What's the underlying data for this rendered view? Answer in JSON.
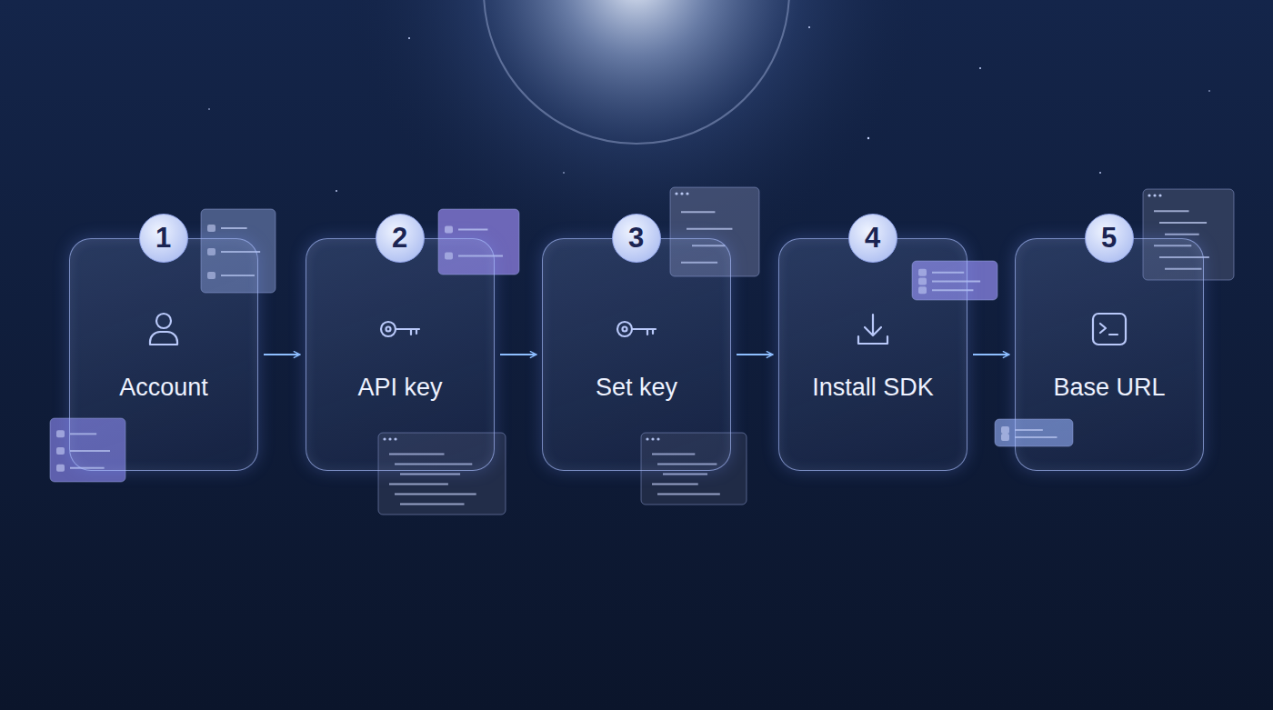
{
  "diagram": {
    "nodes": [
      {
        "text": [
          "1",
          "Account"
        ]
      },
      {
        "text": [
          "2",
          "API key"
        ]
      },
      {
        "text": [
          "3",
          "Set key"
        ]
      },
      {
        "text": [
          "4",
          "Install SDK"
        ]
      },
      {
        "text": [
          "5",
          "Base URL"
        ]
      }
    ],
    "edges": [
      {
        "from": 0,
        "to": 1,
        "arrow": "to"
      },
      {
        "from": 1,
        "to": 2,
        "arrow": "to"
      },
      {
        "from": 2,
        "to": 3,
        "arrow": "to"
      },
      {
        "from": 3,
        "to": 4,
        "arrow": "to"
      }
    ]
  }
}
